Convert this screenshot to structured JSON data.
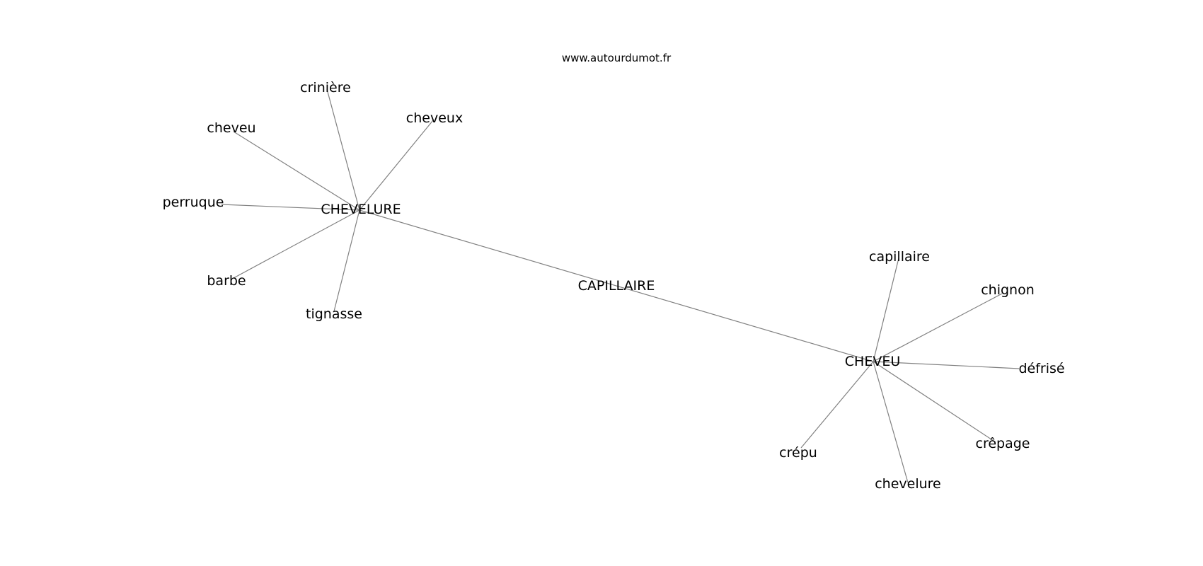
{
  "watermark": "www.autourdumot.fr",
  "center": "CAPILLAIRE",
  "nodes": [
    {
      "id": "capillaire_center",
      "label": "CAPILLAIRE"
    },
    {
      "id": "chevelure_hub",
      "label": "CHEVELURE"
    },
    {
      "id": "cheveu_hub",
      "label": "CHEVEU"
    },
    {
      "id": "criniere",
      "label": "crinière"
    },
    {
      "id": "cheveu",
      "label": "cheveu"
    },
    {
      "id": "cheveux",
      "label": "cheveux"
    },
    {
      "id": "perruque",
      "label": "perruque"
    },
    {
      "id": "barbe",
      "label": "barbe"
    },
    {
      "id": "tignasse",
      "label": "tignasse"
    },
    {
      "id": "capillaire",
      "label": "capillaire"
    },
    {
      "id": "chignon",
      "label": "chignon"
    },
    {
      "id": "defrise",
      "label": "défrisé"
    },
    {
      "id": "crepage",
      "label": "crêpage"
    },
    {
      "id": "crepu",
      "label": "crépu"
    },
    {
      "id": "chevelure",
      "label": "chevelure"
    }
  ],
  "edges": [
    [
      "chevelure_hub",
      "cheveu_hub"
    ],
    [
      "chevelure_hub",
      "criniere"
    ],
    [
      "chevelure_hub",
      "cheveu"
    ],
    [
      "chevelure_hub",
      "cheveux"
    ],
    [
      "chevelure_hub",
      "perruque"
    ],
    [
      "chevelure_hub",
      "barbe"
    ],
    [
      "chevelure_hub",
      "tignasse"
    ],
    [
      "cheveu_hub",
      "capillaire"
    ],
    [
      "cheveu_hub",
      "chignon"
    ],
    [
      "cheveu_hub",
      "defrise"
    ],
    [
      "cheveu_hub",
      "crepage"
    ],
    [
      "cheveu_hub",
      "crepu"
    ],
    [
      "cheveu_hub",
      "chevelure"
    ]
  ]
}
